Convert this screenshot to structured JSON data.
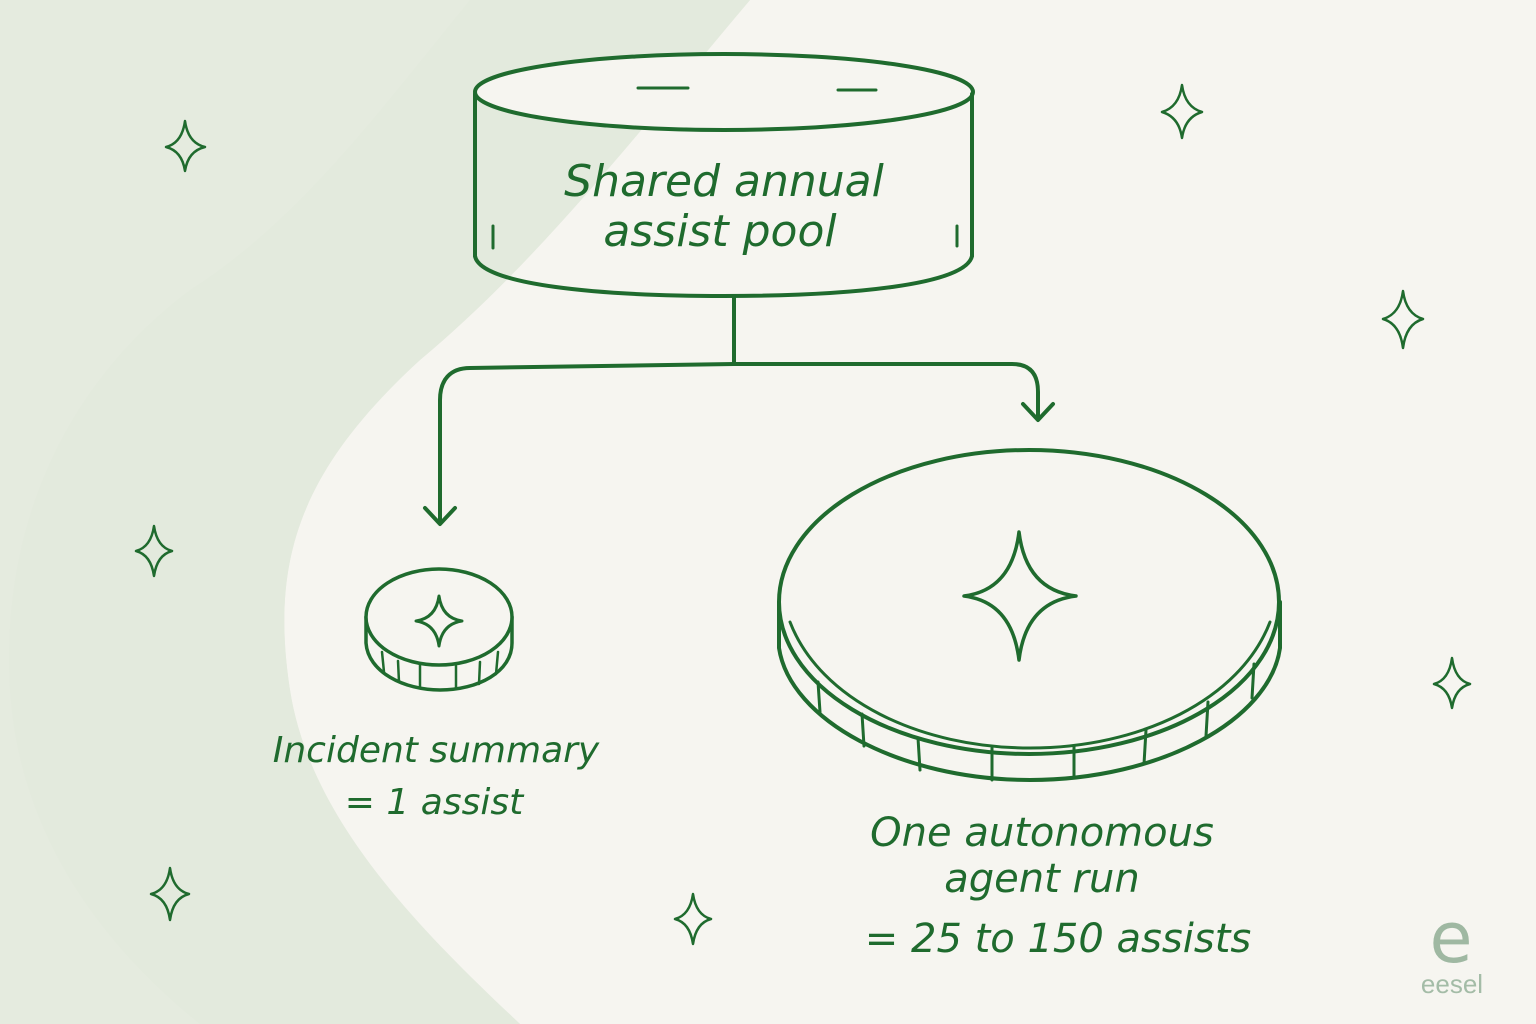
{
  "colors": {
    "background": "#f6f5f0",
    "blob": "#e3eadd",
    "ink": "#1f6b2e",
    "logo": "#9fb8a2"
  },
  "pool": {
    "label_line1": "Shared annual",
    "label_line2": "assist pool",
    "shape_icon": "cylinder-icon"
  },
  "small_coin": {
    "label_line1": "Incident summary",
    "label_line2": "= 1 assist",
    "icon": "sparkle-icon"
  },
  "large_coin": {
    "label_line1": "One autonomous",
    "label_line2": "agent run",
    "label_line3": "= 25 to 150 assists",
    "icon": "sparkle-icon"
  },
  "decorations": {
    "icon": "sparkle-icon"
  },
  "logo": {
    "mark": "e",
    "wordmark": "eesel"
  }
}
